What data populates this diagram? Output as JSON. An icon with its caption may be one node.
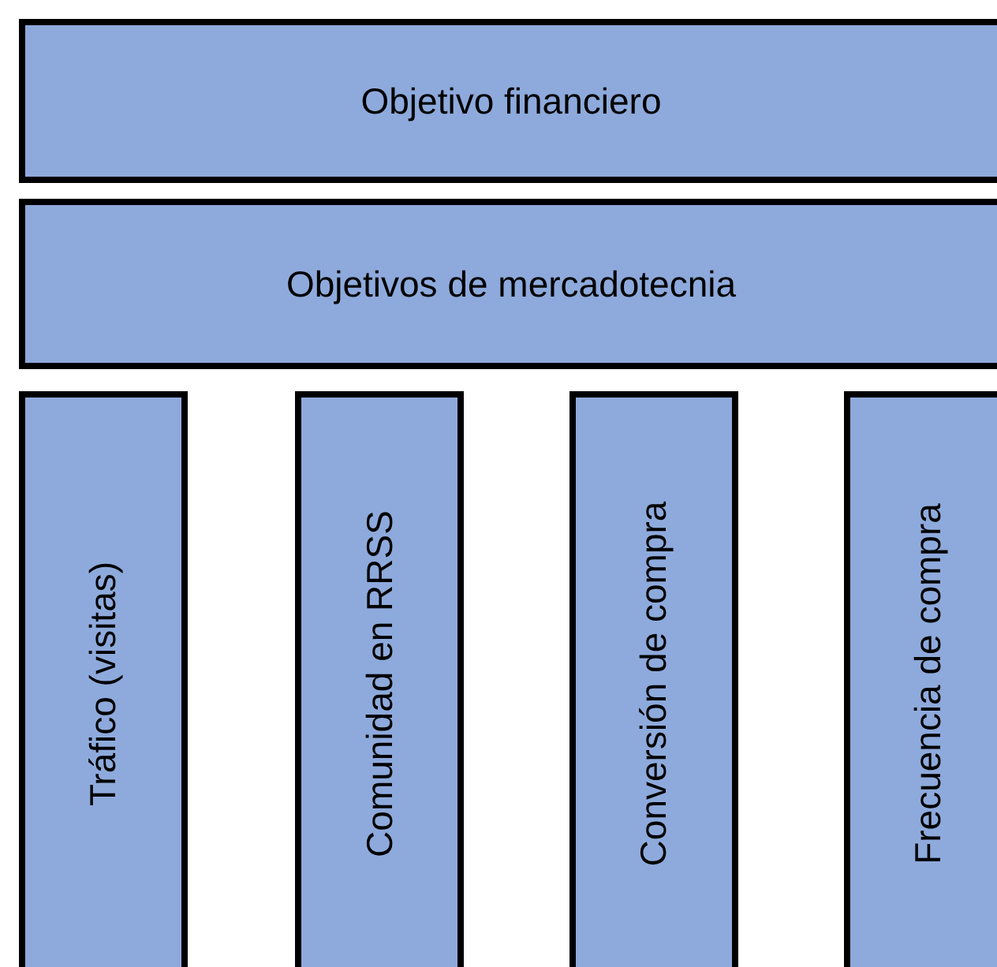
{
  "diagram": {
    "nodes": [
      {
        "text": [
          "Objetivo financiero"
        ]
      },
      {
        "text": [
          "Objetivos de mercadotecnia"
        ]
      },
      {
        "text": [
          "Tráfico (visitas)"
        ]
      },
      {
        "text": [
          "Comunidad en RRSS"
        ]
      },
      {
        "text": [
          "Conversión de compra"
        ]
      },
      {
        "text": [
          "Frecuencia de compra"
        ]
      }
    ]
  }
}
